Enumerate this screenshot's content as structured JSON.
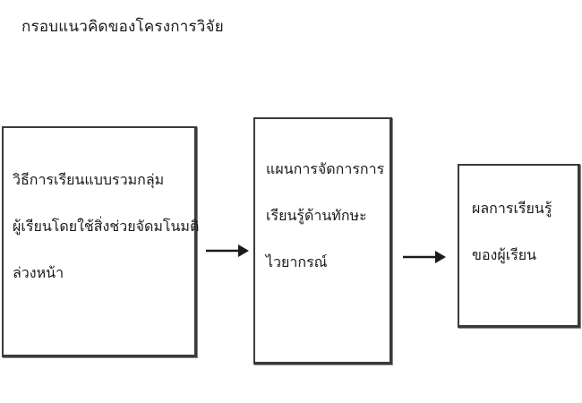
{
  "diagram": {
    "title": "กรอบแนวคิดของโครงการวิจัย",
    "boxes": [
      {
        "lines": [
          "วิธีการเรียนแบบรวมกลุ่ม",
          "ผู้เรียนโดยใช้สิ่งช่วยจัดมโนมติ",
          "ล่วงหน้า"
        ]
      },
      {
        "lines": [
          "แผนการจัดการการ",
          "เรียนรู้ด้านทักษะ",
          "ไวยากรณ์"
        ]
      },
      {
        "lines": [
          "ผลการเรียนรู้",
          "ของผู้เรียน"
        ]
      }
    ],
    "colors": {
      "border": "#3a3a3a",
      "arrow": "#1a1a1a",
      "text": "#1a1a1a"
    }
  }
}
